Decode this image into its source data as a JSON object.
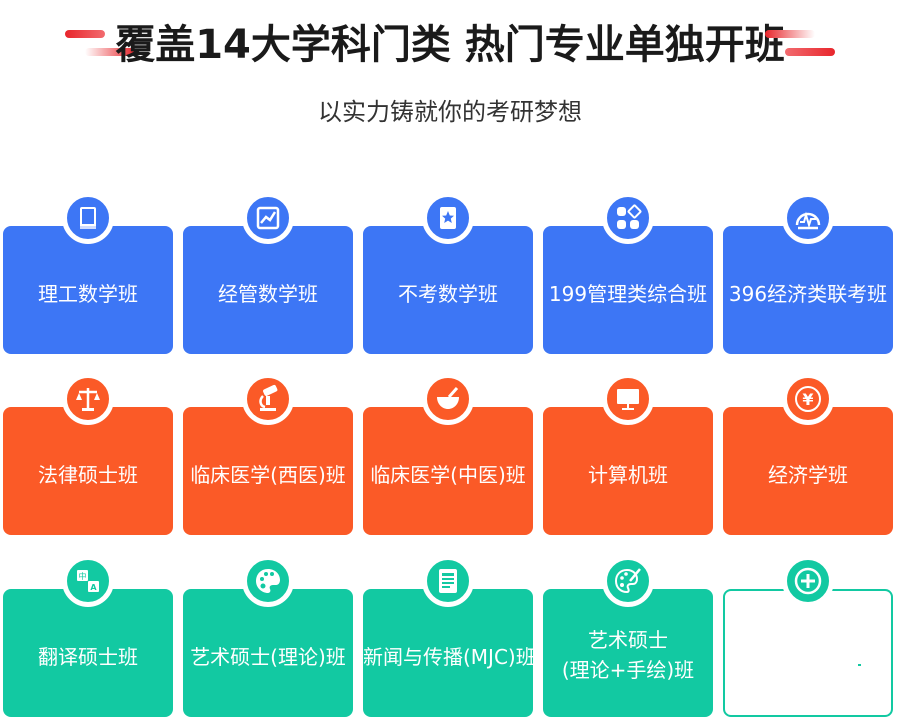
{
  "header": {
    "title": "覆盖14大学科门类 热门专业单独开班",
    "subtitle": "以实力铸就你的考研梦想"
  },
  "colors": {
    "blue": "#3d76f5",
    "orange": "#fb5a27",
    "green": "#12c9a2",
    "accent_red": "#e8262c"
  },
  "cards": [
    {
      "label": "理工数学班",
      "icon": "book-icon",
      "color": "blue"
    },
    {
      "label": "经管数学班",
      "icon": "chart-icon",
      "color": "blue"
    },
    {
      "label": "不考数学班",
      "icon": "star-book-icon",
      "color": "blue"
    },
    {
      "label": "199管理类综合班",
      "icon": "apps-icon",
      "color": "blue"
    },
    {
      "label": "396经济类联考班",
      "icon": "gauge-icon",
      "color": "blue"
    },
    {
      "label": "法律硕士班",
      "icon": "scales-icon",
      "color": "orange"
    },
    {
      "label": "临床医学(西医)班",
      "icon": "microscope-icon",
      "color": "orange"
    },
    {
      "label": "临床医学(中医)班",
      "icon": "mortar-icon",
      "color": "orange"
    },
    {
      "label": "计算机班",
      "icon": "monitor-icon",
      "color": "orange"
    },
    {
      "label": "经济学班",
      "icon": "yen-icon",
      "color": "orange"
    },
    {
      "label": "翻译硕士班",
      "icon": "translate-icon",
      "color": "green"
    },
    {
      "label": "艺术硕士(理论)班",
      "icon": "palette-icon",
      "color": "green"
    },
    {
      "label": "新闻与传播(MJC)班",
      "icon": "newspaper-icon",
      "color": "green"
    },
    {
      "label_line1": "艺术硕士",
      "label_line2": "(理论+手绘)班",
      "icon": "palette-brush-icon",
      "color": "green"
    },
    {
      "label": "",
      "icon": "plus-icon",
      "color": "green"
    }
  ]
}
